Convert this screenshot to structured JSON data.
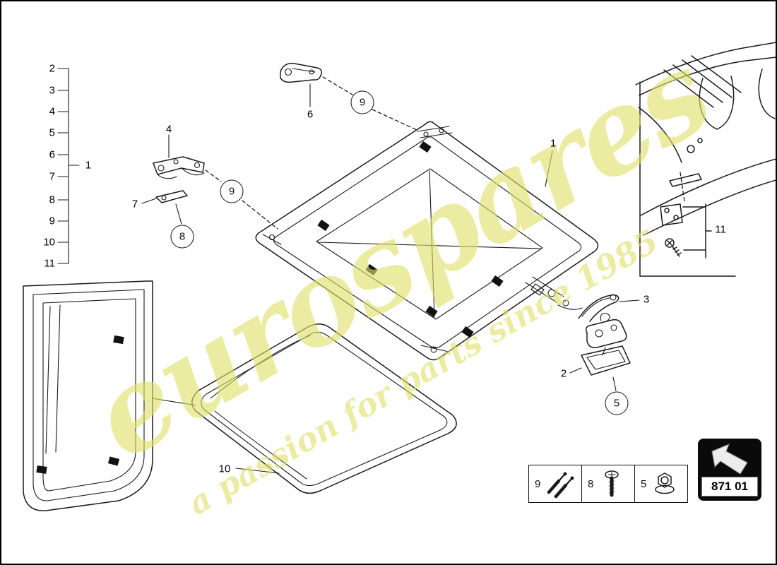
{
  "colors": {
    "line": "#1a1a1a",
    "watermark": "#dfe26a",
    "badge_background": "#0a0a0a"
  },
  "watermark": {
    "brand": "eurospares",
    "tagline": "a passion for parts since 1985"
  },
  "index_panel": {
    "group_label": "1",
    "items": [
      "2",
      "3",
      "4",
      "5",
      "6",
      "7",
      "8",
      "9",
      "10",
      "11"
    ]
  },
  "callouts": {
    "roof_frame": "1",
    "latch_assembly": "2",
    "release_cable": "3",
    "hinge": "4",
    "front_bracket": "6",
    "plate": "7",
    "soft_top_cover": "10",
    "hinge_kit": "11"
  },
  "fasteners": {
    "pin_top": "9",
    "pin_left": "9",
    "screw": "8",
    "nut": "5"
  },
  "legend": {
    "cells": [
      {
        "label": "9",
        "icon": "valve-pin-pair-icon"
      },
      {
        "label": "8",
        "icon": "screw-icon"
      },
      {
        "label": "5",
        "icon": "flange-nut-icon"
      }
    ],
    "part_code": "871 01"
  }
}
